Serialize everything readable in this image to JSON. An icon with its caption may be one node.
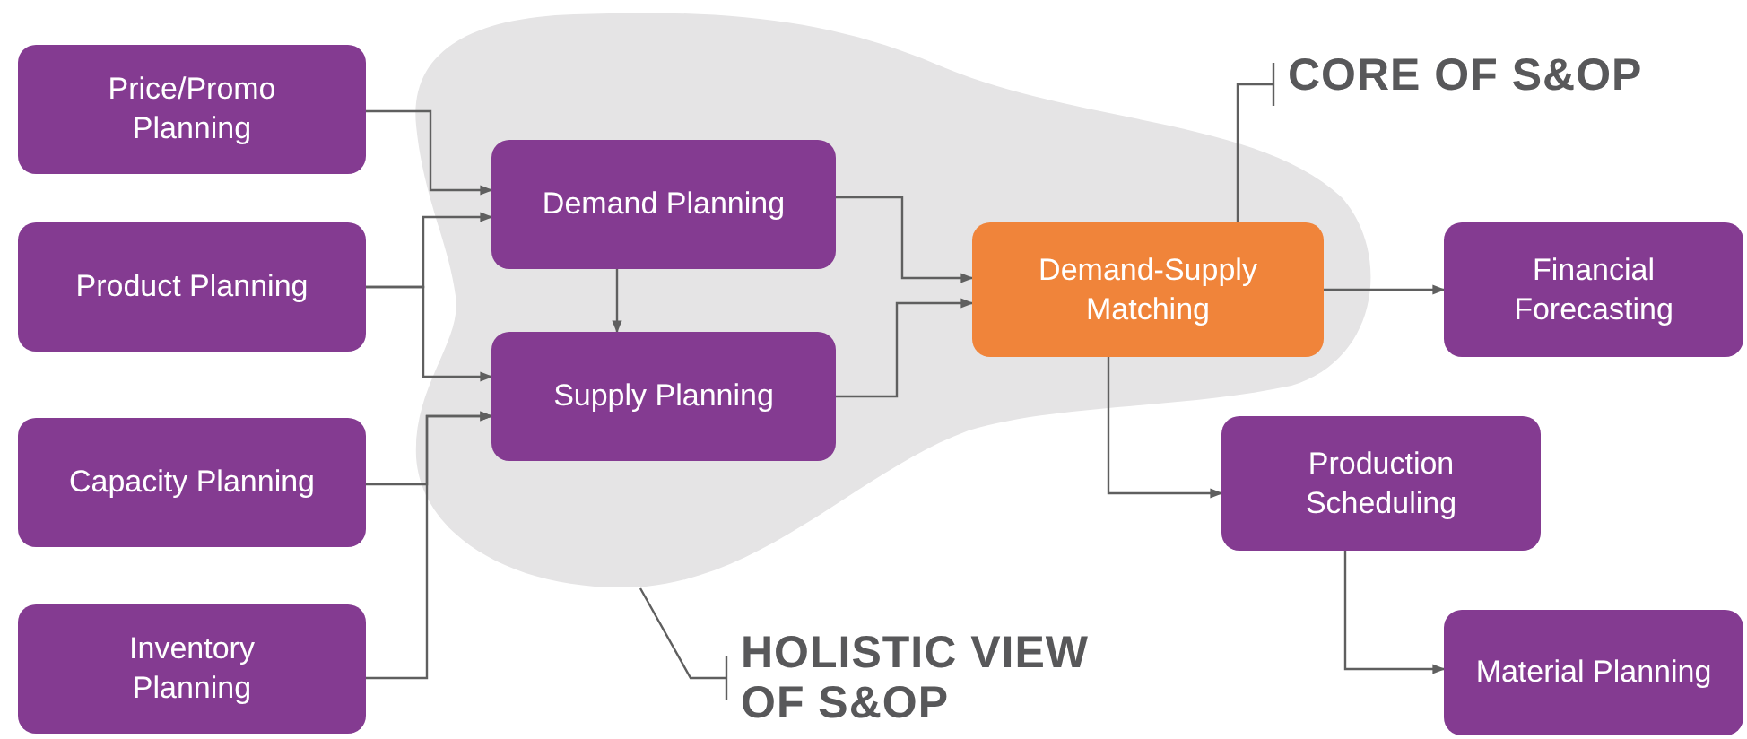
{
  "diagram": {
    "nodes": [
      {
        "text": [
          "Price/Promo Planning"
        ]
      },
      {
        "text": [
          "Product Planning"
        ]
      },
      {
        "text": [
          "Capacity Planning"
        ]
      },
      {
        "text": [
          "Inventory Planning"
        ]
      },
      {
        "text": [],
        "shape": "cloud"
      },
      {
        "text": [
          "Demand Planning"
        ],
        "in": 4
      },
      {
        "text": [
          "Supply Planning"
        ],
        "in": 4
      },
      {
        "text": [
          "Demand-Supply Matching"
        ],
        "in": 4
      },
      {
        "text": [
          "Financial Forecasting"
        ]
      },
      {
        "text": [
          "Production Scheduling"
        ]
      },
      {
        "text": [
          "Material Planning"
        ]
      },
      {
        "text": [
          "CORE OF S&OP"
        ]
      },
      {
        "text": [
          "HOLISTIC VIEW OF S&OP"
        ]
      }
    ],
    "edges": [
      {
        "from": 0,
        "to": 5,
        "arrow": "to"
      },
      {
        "from": 1,
        "to": 5,
        "arrow": "to"
      },
      {
        "from": 1,
        "to": 6,
        "arrow": "to"
      },
      {
        "from": 2,
        "to": 6,
        "arrow": "to"
      },
      {
        "from": 3,
        "to": 6,
        "arrow": "to"
      },
      {
        "from": 5,
        "to": 6,
        "arrow": "to"
      },
      {
        "from": 5,
        "to": 7,
        "arrow": "to"
      },
      {
        "from": 6,
        "to": 7,
        "arrow": "to"
      },
      {
        "from": 7,
        "to": 8,
        "arrow": "to"
      },
      {
        "from": 7,
        "to": 9,
        "arrow": "to"
      },
      {
        "from": 9,
        "to": 10,
        "arrow": "to"
      },
      {
        "from": 11,
        "to": 7,
        "arrow": "none"
      },
      {
        "from": 12,
        "to": 4,
        "arrow": "none"
      }
    ]
  }
}
